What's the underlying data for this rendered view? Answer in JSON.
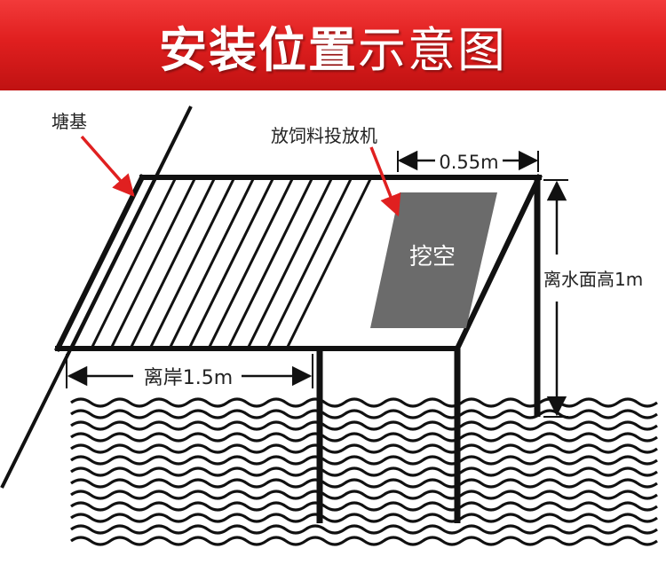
{
  "banner": {
    "title_bold": "安装位置",
    "title_light": "示意图",
    "background_color": "#e21f1f"
  },
  "diagram": {
    "label_pond_bank": "塘基",
    "label_feeder": "放饲料投放机",
    "label_width": "0.55m",
    "label_hollow": "挖空",
    "label_height": "离水面高1m",
    "label_distance": "离岸1.5m",
    "arrow_color": "#e02020",
    "hollow_color": "#6b6b6b"
  }
}
